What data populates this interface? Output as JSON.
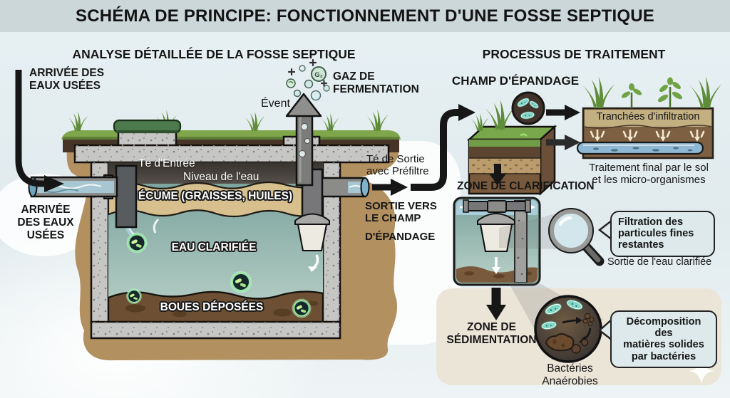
{
  "title": "SCHÉMA DE PRINCIPE: FONCTIONNEMENT D'UNE FOSSE SEPTIQUE",
  "left": {
    "heading": "ANALYSE DÉTAILLÉE DE LA FOSSE SEPTIQUE",
    "inlet_top": "ARRIVÉE DES\nEAUX USÉES",
    "inlet_bottom": "ARRIVÉE\nDES EAUX USÉES",
    "vent": "Évent",
    "gas": "GAZ DE\nFERMENTATION",
    "gas_bubble": "G₂",
    "te_entree": "Té d'Entrée",
    "niveau": "Niveau de l'eau",
    "ecume": "ÉCUME (GRAISSES, HUILES)",
    "eau_clarifiee": "EAU CLARIFIÉE",
    "boues": "BOUES DÉPOSÉES",
    "te_sortie": "Té de Sortie\navec Préfiltre",
    "sortie_1": "SORTIE VERS\nLE CHAMP",
    "sortie_2": "D'ÉPANDAGE"
  },
  "right": {
    "heading": "PROCESSUS DE TRAITEMENT",
    "champ": "CHAMP D'ÉPANDAGE",
    "tranchees": "Tranchées d'infiltration",
    "traitement": "Traitement final par le sol\net les micro-organismes",
    "zone_clarification": "ZONE DE CLARIFICATION",
    "bubble_filtration": "Filtration des\nparticules fines\nrestantes",
    "sortie_eau": "Sortie de l'eau clarifiée",
    "zone_sedimentation": "ZONE DE\nSÉDIMENTATION",
    "bubble_decomposition": "Décomposition des\nmatières solides\npar bactéries",
    "bacteries": "Bactéries\nAnaérobies"
  },
  "colors": {
    "title_band": "#ccd7da",
    "background": "#e4eef1",
    "beige_panel": "#ebe5d8",
    "soil": "#b2905f",
    "topsoil_dark": "#463526",
    "grass": "#7fa64b",
    "concrete": "#c6c6c4",
    "headspace": "#4a453f",
    "scum": "#d7c08d",
    "water": "#8fb5ae",
    "sludge": "#6d5033",
    "pipe_gray": "#8b8b89",
    "drain_pipe_blue": "#8fb8d4",
    "speech_bubble": "#dde9ea",
    "arrow": "#161616",
    "bacteria_glow": "#7fe0c8"
  }
}
